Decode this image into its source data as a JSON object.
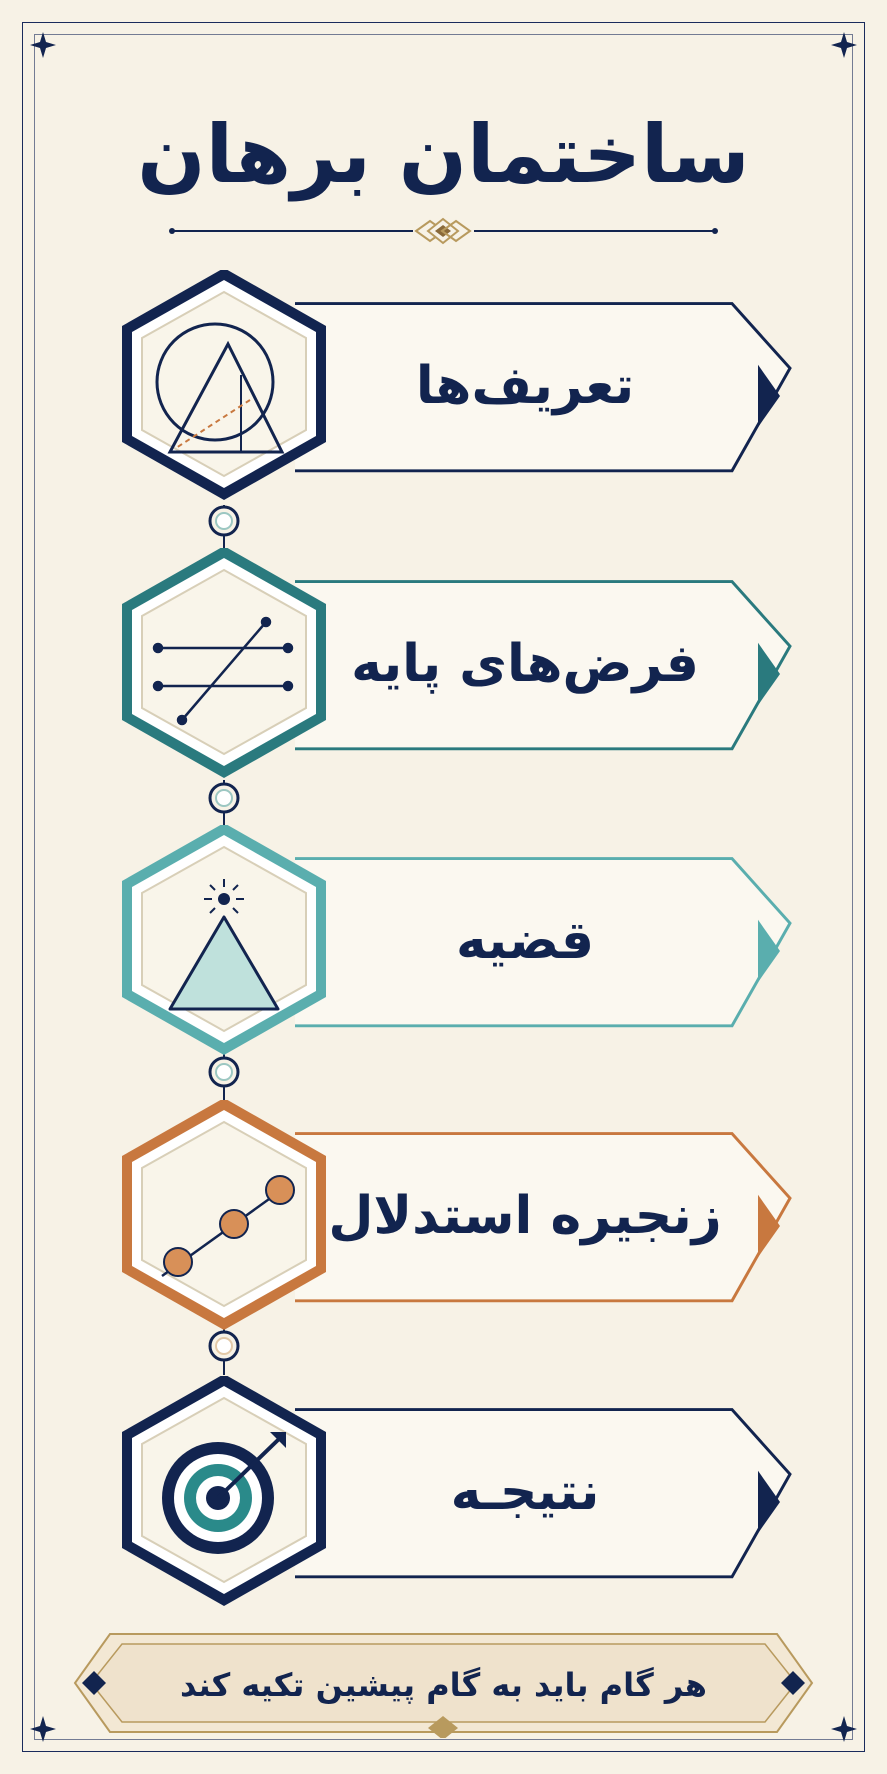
{
  "title": "ساختمان برهان",
  "steps": [
    {
      "label": "تعریف‌ها",
      "icon": "circle-triangle-icon",
      "color": "#12244f"
    },
    {
      "label": "فرض‌های پایه",
      "icon": "parallel-lines-icon",
      "color": "#2a7a7e"
    },
    {
      "label": "قضیه",
      "icon": "triangle-icon",
      "color": "#5aaeae"
    },
    {
      "label": "زنجیره استدلال",
      "icon": "connected-dots-icon",
      "color": "#c8783f"
    },
    {
      "label": "نتیجـه",
      "icon": "target-arrow-icon",
      "color": "#12244f"
    }
  ],
  "footer": "هر گام باید به گام پیشین تکیه کند",
  "colors": {
    "navy": "#12244f",
    "background": "#f7f2e6",
    "gold": "#b89a5e"
  }
}
